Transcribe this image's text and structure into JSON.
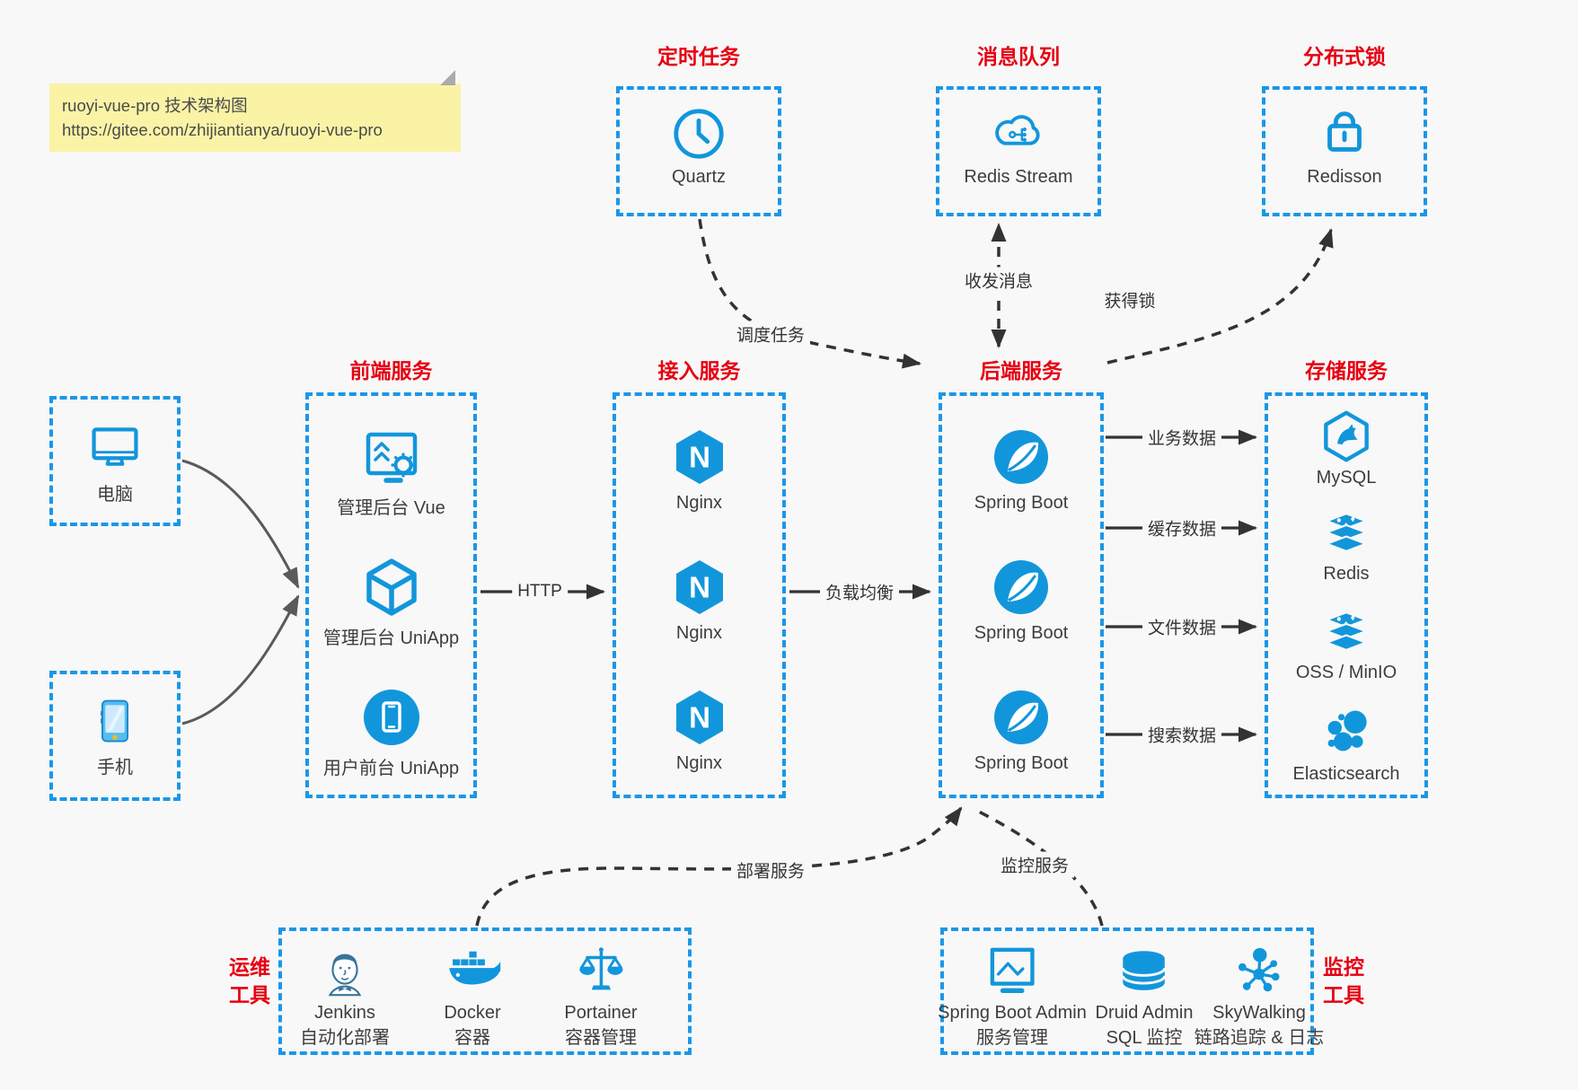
{
  "note": {
    "line1": "ruoyi-vue-pro 技术架构图",
    "line2": "https://gitee.com/zhijiantianya/ruoyi-vue-pro"
  },
  "colors": {
    "accent_blue": "#1296db",
    "box_border_blue": "#1a97e8",
    "title_red": "#e60012",
    "background": "#f8f8f8",
    "arrow_dark": "#333333",
    "arrow_gray": "#5a5a5a",
    "note_bg": "#faf3a6"
  },
  "sections": {
    "scheduled": {
      "title": "定时任务",
      "item": {
        "label": "Quartz"
      }
    },
    "mq": {
      "title": "消息队列",
      "item": {
        "label": "Redis Stream"
      }
    },
    "dlock": {
      "title": "分布式锁",
      "item": {
        "label": "Redisson"
      }
    },
    "devices": {
      "pc": {
        "label": "电脑"
      },
      "phone": {
        "label": "手机"
      }
    },
    "frontend": {
      "title": "前端服务",
      "items": [
        {
          "label": "管理后台 Vue"
        },
        {
          "label": "管理后台 UniApp"
        },
        {
          "label": "用户前台 UniApp"
        }
      ]
    },
    "gateway": {
      "title": "接入服务",
      "items": [
        {
          "label": "Nginx"
        },
        {
          "label": "Nginx"
        },
        {
          "label": "Nginx"
        }
      ]
    },
    "backend": {
      "title": "后端服务",
      "items": [
        {
          "label": "Spring Boot"
        },
        {
          "label": "Spring Boot"
        },
        {
          "label": "Spring Boot"
        }
      ]
    },
    "storage": {
      "title": "存储服务",
      "items": [
        {
          "label": "MySQL"
        },
        {
          "label": "Redis"
        },
        {
          "label": "OSS / MinIO"
        },
        {
          "label": "Elasticsearch"
        }
      ]
    },
    "ops": {
      "title_line1": "运维",
      "title_line2": "工具",
      "items": [
        {
          "name": "Jenkins",
          "desc": "自动化部署"
        },
        {
          "name": "Docker",
          "desc": "容器"
        },
        {
          "name": "Portainer",
          "desc": "容器管理"
        }
      ]
    },
    "monitoring": {
      "title_line1": "监控",
      "title_line2": "工具",
      "items": [
        {
          "name": "Spring Boot Admin",
          "desc": "服务管理"
        },
        {
          "name": "Druid Admin",
          "desc": "SQL 监控"
        },
        {
          "name": "SkyWalking",
          "desc": "链路追踪 & 日志"
        }
      ]
    }
  },
  "edges": {
    "http": "HTTP",
    "lb": "负载均衡",
    "schedule": "调度任务",
    "message": "收发消息",
    "lock": "获得锁",
    "data_business": "业务数据",
    "data_cache": "缓存数据",
    "data_file": "文件数据",
    "data_search": "搜索数据",
    "deploy": "部署服务",
    "monitor": "监控服务"
  }
}
